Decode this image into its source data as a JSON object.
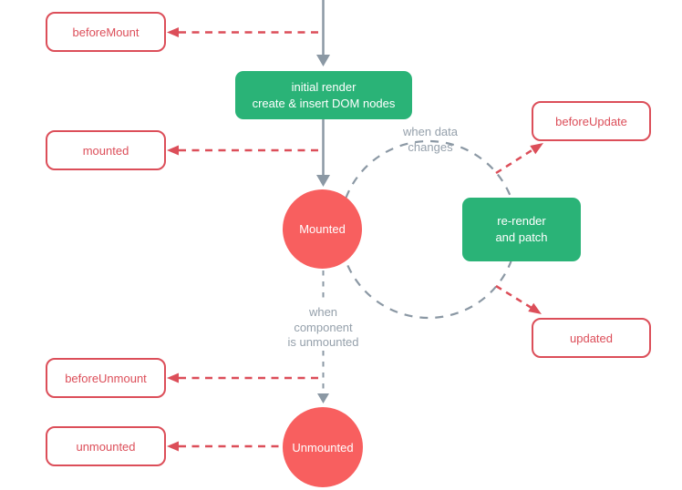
{
  "colors": {
    "red_stroke": "#dc4e59",
    "red_fill": "#f85f5f",
    "green": "#2ab377",
    "gray_line": "#8b98a4",
    "gray_text": "#95a0ab"
  },
  "steps": {
    "initial_render": {
      "line1": "initial render",
      "line2": "create & insert DOM nodes"
    },
    "re_render": {
      "line1": "re-render",
      "line2": "and patch"
    }
  },
  "states": {
    "mounted": {
      "label": "Mounted"
    },
    "unmounted": {
      "label": "Unmounted"
    }
  },
  "hooks": {
    "before_mount": {
      "label": "beforeMount"
    },
    "mounted": {
      "label": "mounted"
    },
    "before_update": {
      "label": "beforeUpdate"
    },
    "updated": {
      "label": "updated"
    },
    "before_unmount": {
      "label": "beforeUnmount"
    },
    "unmounted": {
      "label": "unmounted"
    }
  },
  "annotations": {
    "when_data_changes": {
      "line1": "when data",
      "line2": "changes"
    },
    "when_component_unmounted": {
      "line1": "when",
      "line2": "component",
      "line3": "is unmounted"
    }
  }
}
